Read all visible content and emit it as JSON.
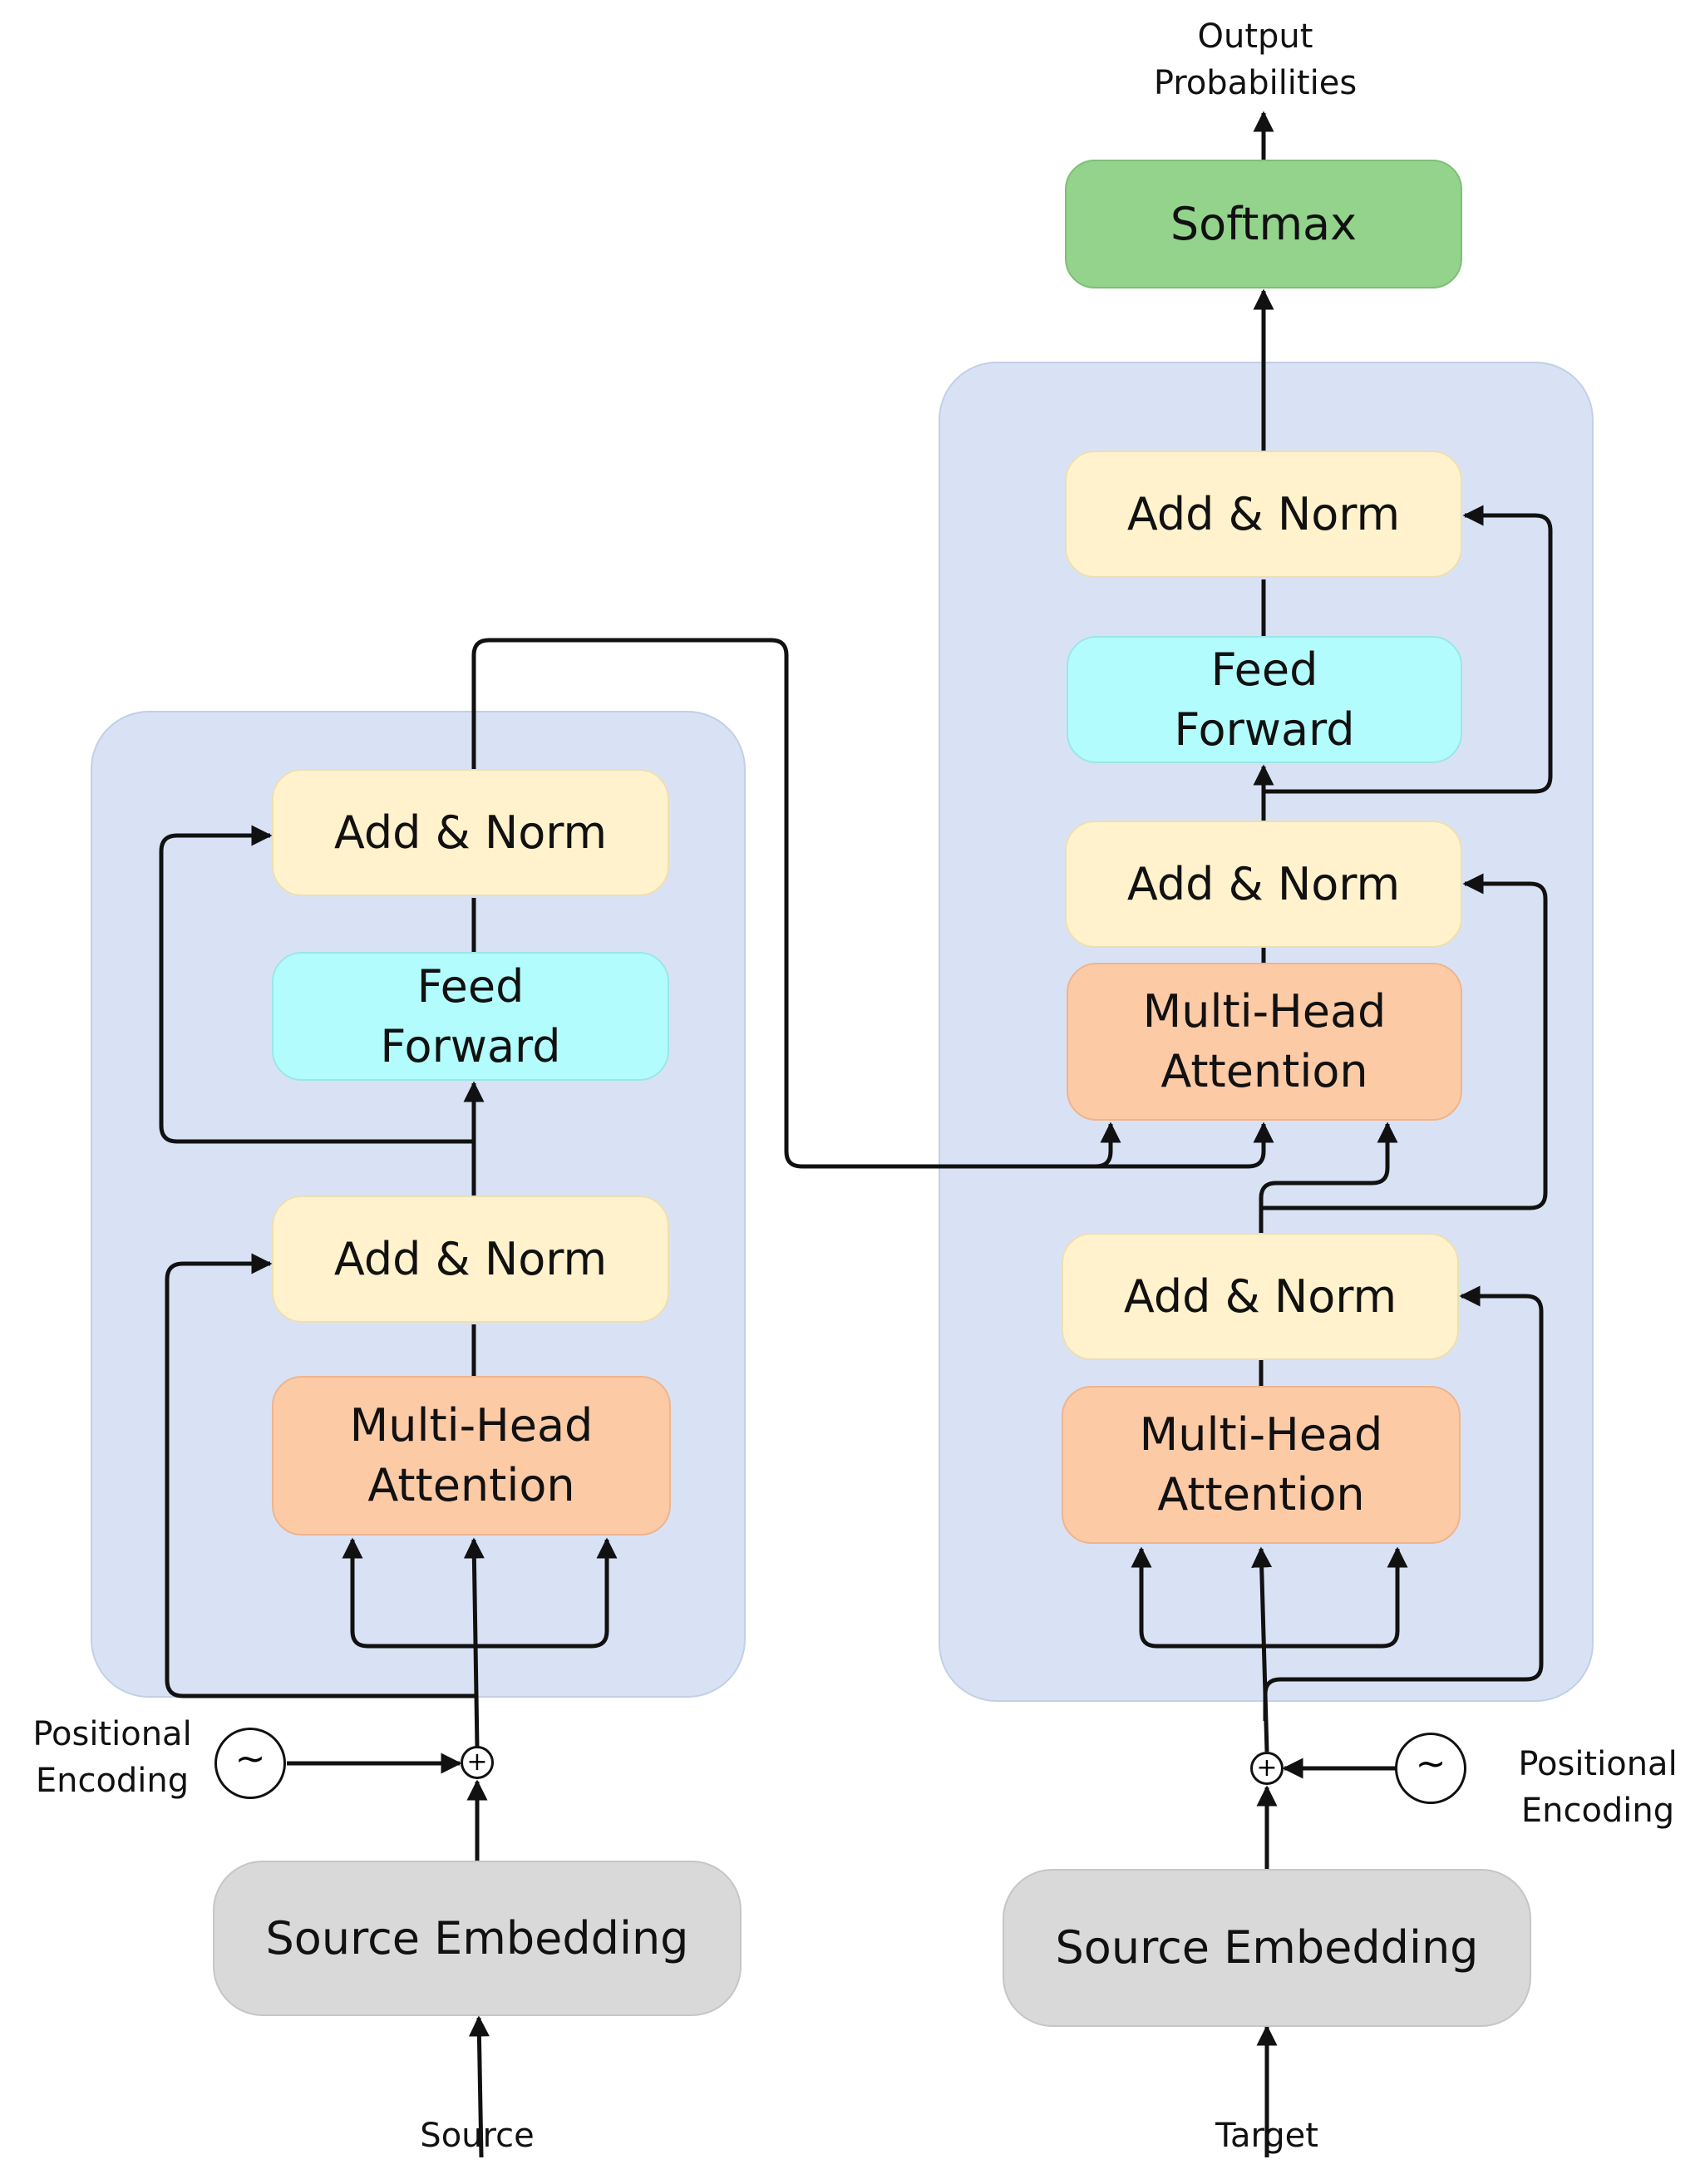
{
  "encoder": {
    "add_norm_top": "Add & Norm",
    "feed_forward": "Feed\nForward",
    "add_norm_bottom": "Add & Norm",
    "multi_head_attention": "Multi-Head\nAttention",
    "positional_encoding_label": "Positional\nEncoding",
    "positional_encoding_symbol": "~",
    "sum_symbol": "+",
    "embedding": "Source Embedding",
    "input_label": "Source"
  },
  "decoder": {
    "softmax": "Softmax",
    "output_label": "Output\nProbabilities",
    "add_norm_top": "Add & Norm",
    "feed_forward": "Feed\nForward",
    "add_norm_middle": "Add & Norm",
    "cross_attention": "Multi-Head\nAttention",
    "add_norm_bottom": "Add & Norm",
    "self_attention": "Multi-Head\nAttention",
    "positional_encoding_label": "Positional\nEncoding",
    "positional_encoding_symbol": "~",
    "sum_symbol": "+",
    "embedding": "Source Embedding",
    "input_label": "Target"
  },
  "colors": {
    "panel": "#d9e2f5",
    "add_norm": "#fff2cc",
    "feed_forward": "#b3fcfd",
    "attention": "#fdcaa6",
    "embedding": "#d9d9d9",
    "softmax": "#94d38c",
    "line": "#111111"
  }
}
